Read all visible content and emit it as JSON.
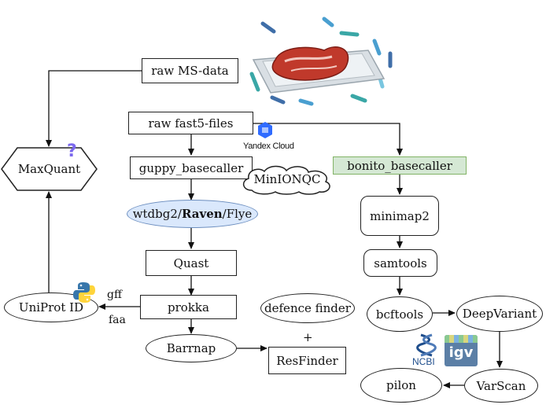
{
  "nodes": {
    "raw_ms": "raw MS-data",
    "maxquant": "MaxQuant",
    "uniprot": "UniProt ID",
    "raw_fast5": "raw fast5-files",
    "guppy": "guppy_basecaller",
    "minionqc": "MinIONQC",
    "assemblers": {
      "a": "wtdbg2/",
      "b": "Raven",
      "c": "/Flye"
    },
    "quast": "Quast",
    "prokka": "prokka",
    "barrnap": "Barrnap",
    "defence": "defence finder",
    "plus": "+",
    "resfinder": "ResFinder",
    "bonito": "bonito_basecaller",
    "minimap2": "minimap2",
    "samtools": "samtools",
    "bcftools": "bcftools",
    "deepvariant": "DeepVariant",
    "varscan": "VarScan",
    "pilon": "pilon"
  },
  "edge_labels": {
    "gff": "gff",
    "faa": "faa"
  },
  "logos": {
    "yandex_text": "Yandex Cloud",
    "ncbi_text": "NCBI",
    "igv_text": "igv",
    "question": "?"
  },
  "colors": {
    "assembler_fill": "#dae8fc",
    "assembler_border": "#6c8ebf",
    "bonito_fill": "#d5e8d4",
    "bonito_border": "#82b366",
    "yandex": "#2f6bff",
    "question": "#7b68ee",
    "python_blue": "#3776ab",
    "python_yellow": "#ffd43b"
  }
}
